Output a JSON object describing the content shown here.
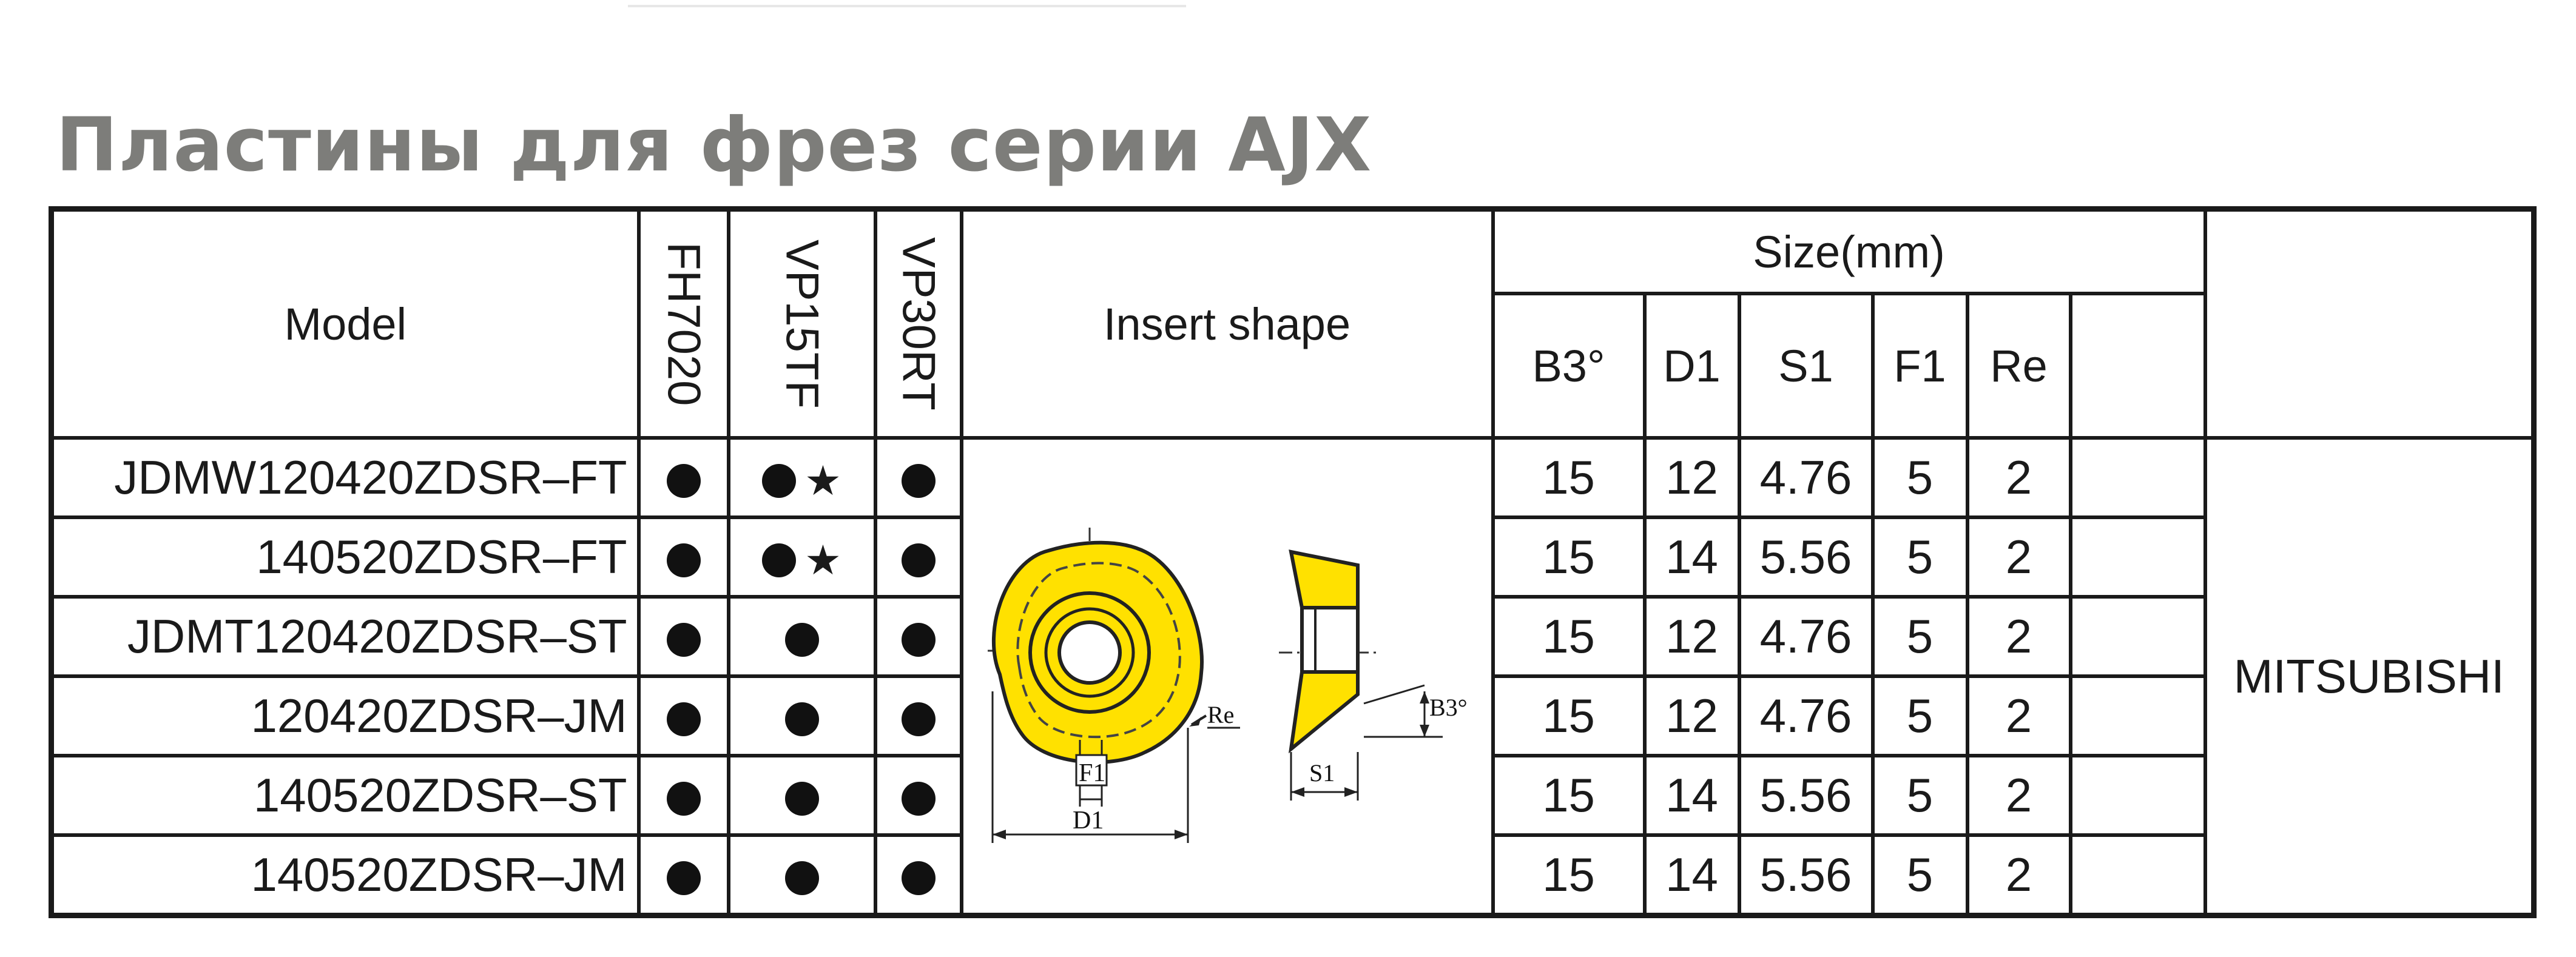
{
  "title": "Пластины для фрез серии AJX",
  "table": {
    "headers": {
      "model": "Model",
      "grades": [
        "FH7020",
        "VP15TF",
        "VP30RT"
      ],
      "insert_shape": "Insert shape",
      "size_group": "Size(mm)",
      "size_cols": [
        "B3°",
        "D1",
        "S1",
        "F1",
        "Re"
      ]
    },
    "rows": [
      {
        "model": "JDMW120420ZDSR–FT",
        "fh7020": "●",
        "vp15tf": "●",
        "vp15tf_mark": "★",
        "vp30rt": "●",
        "b3": "15",
        "d1": "12",
        "s1": "4.76",
        "f1": "5",
        "re": "2"
      },
      {
        "model": "140520ZDSR–FT",
        "fh7020": "●",
        "vp15tf": "●",
        "vp15tf_mark": "★",
        "vp30rt": "●",
        "b3": "15",
        "d1": "14",
        "s1": "5.56",
        "f1": "5",
        "re": "2"
      },
      {
        "model": "JDMT120420ZDSR–ST",
        "fh7020": "●",
        "vp15tf": "●",
        "vp15tf_mark": "",
        "vp30rt": "●",
        "b3": "15",
        "d1": "12",
        "s1": "4.76",
        "f1": "5",
        "re": "2"
      },
      {
        "model": "120420ZDSR–JM",
        "fh7020": "●",
        "vp15tf": "●",
        "vp15tf_mark": "",
        "vp30rt": "●",
        "b3": "15",
        "d1": "12",
        "s1": "4.76",
        "f1": "5",
        "re": "2"
      },
      {
        "model": "140520ZDSR–ST",
        "fh7020": "●",
        "vp15tf": "●",
        "vp15tf_mark": "",
        "vp30rt": "●",
        "b3": "15",
        "d1": "14",
        "s1": "5.56",
        "f1": "5",
        "re": "2"
      },
      {
        "model": "140520ZDSR–JM",
        "fh7020": "●",
        "vp15tf": "●",
        "vp15tf_mark": "",
        "vp30rt": "●",
        "b3": "15",
        "d1": "14",
        "s1": "5.56",
        "f1": "5",
        "re": "2"
      }
    ],
    "manufacturer": "MITSUBISHI",
    "diagram_labels": {
      "re": "Re",
      "f1": "F1",
      "d1": "D1",
      "s1": "S1",
      "b3": "B3°"
    }
  },
  "colors": {
    "insert_yellow": "#ffe100",
    "title_gray": "#7d7d7a",
    "line": "#1a1a1a"
  }
}
